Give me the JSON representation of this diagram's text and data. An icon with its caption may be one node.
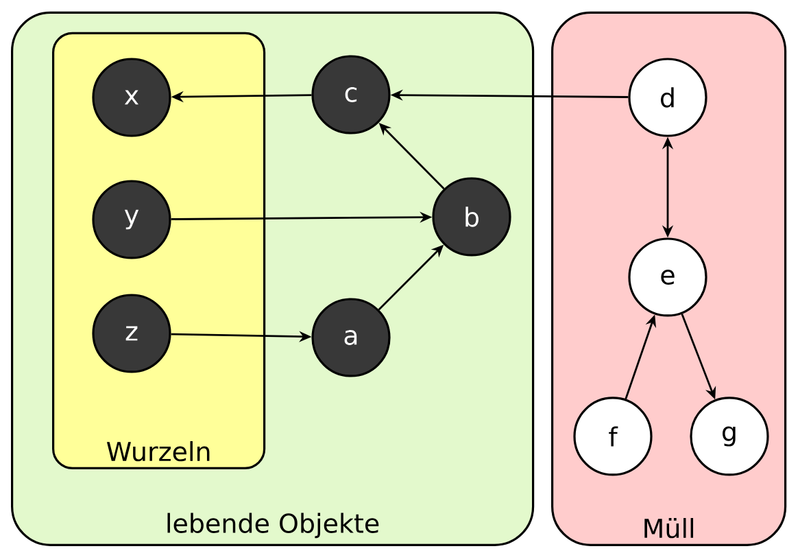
{
  "diagram": {
    "nodes": [
      {
        "text": [
          "lebende Objekte"
        ]
      },
      {
        "text": [
          "Wurzeln"
        ],
        "in": 0
      },
      {
        "text": [
          "x"
        ],
        "in": 1
      },
      {
        "text": [
          "y"
        ],
        "in": 1
      },
      {
        "text": [
          "z"
        ],
        "in": 1
      },
      {
        "text": [
          "c"
        ],
        "in": 0
      },
      {
        "text": [
          "b"
        ],
        "in": 0
      },
      {
        "text": [
          "a"
        ],
        "in": 0
      },
      {
        "text": [
          "Müll"
        ]
      },
      {
        "text": [
          "d"
        ],
        "in": 8
      },
      {
        "text": [
          "e"
        ],
        "in": 8
      },
      {
        "text": [
          "f"
        ],
        "in": 8
      },
      {
        "text": [
          "g"
        ],
        "in": 8
      }
    ],
    "edges": [
      {
        "from": 5,
        "to": 2,
        "arrow": "to"
      },
      {
        "from": 3,
        "to": 6,
        "arrow": "to"
      },
      {
        "from": 4,
        "to": 7,
        "arrow": "to"
      },
      {
        "from": 7,
        "to": 6,
        "arrow": "to"
      },
      {
        "from": 6,
        "to": 5,
        "arrow": "to"
      },
      {
        "from": 9,
        "to": 5,
        "arrow": "to"
      },
      {
        "from": 9,
        "to": 10,
        "arrow": "both"
      },
      {
        "from": 11,
        "to": 10,
        "arrow": "to"
      },
      {
        "from": 10,
        "to": 12,
        "arrow": "to"
      }
    ]
  }
}
